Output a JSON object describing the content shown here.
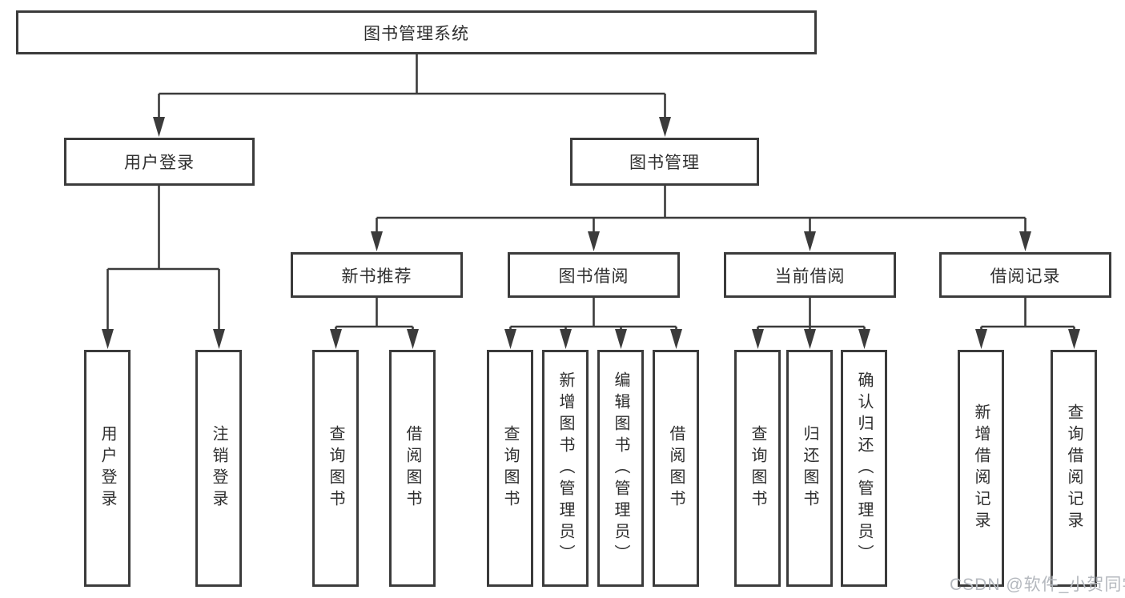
{
  "diagram": {
    "type": "tree",
    "root": {
      "label": "图书管理系统",
      "children": [
        {
          "label": "用户登录",
          "children": [
            {
              "label": "用户登录"
            },
            {
              "label": "注销登录"
            }
          ]
        },
        {
          "label": "图书管理",
          "children": [
            {
              "label": "新书推荐",
              "children": [
                {
                  "label": "查询图书"
                },
                {
                  "label": "借阅图书"
                }
              ]
            },
            {
              "label": "图书借阅",
              "children": [
                {
                  "label": "查询图书"
                },
                {
                  "label": "新增图书（管理员）"
                },
                {
                  "label": "编辑图书（管理员）"
                },
                {
                  "label": "借阅图书"
                }
              ]
            },
            {
              "label": "当前借阅",
              "children": [
                {
                  "label": "查询图书"
                },
                {
                  "label": "归还图书"
                },
                {
                  "label": "确认归还（管理员）"
                }
              ]
            },
            {
              "label": "借阅记录",
              "children": [
                {
                  "label": "新增借阅记录"
                },
                {
                  "label": "查询借阅记录"
                }
              ]
            }
          ]
        }
      ]
    },
    "watermark": {
      "text": "CSDN @软件_小贺同学"
    },
    "colors": {
      "box_border": "#3b3b3b",
      "connector": "#3b3b3b",
      "text": "#2e2e2e",
      "watermark": "#b4b8be"
    }
  }
}
